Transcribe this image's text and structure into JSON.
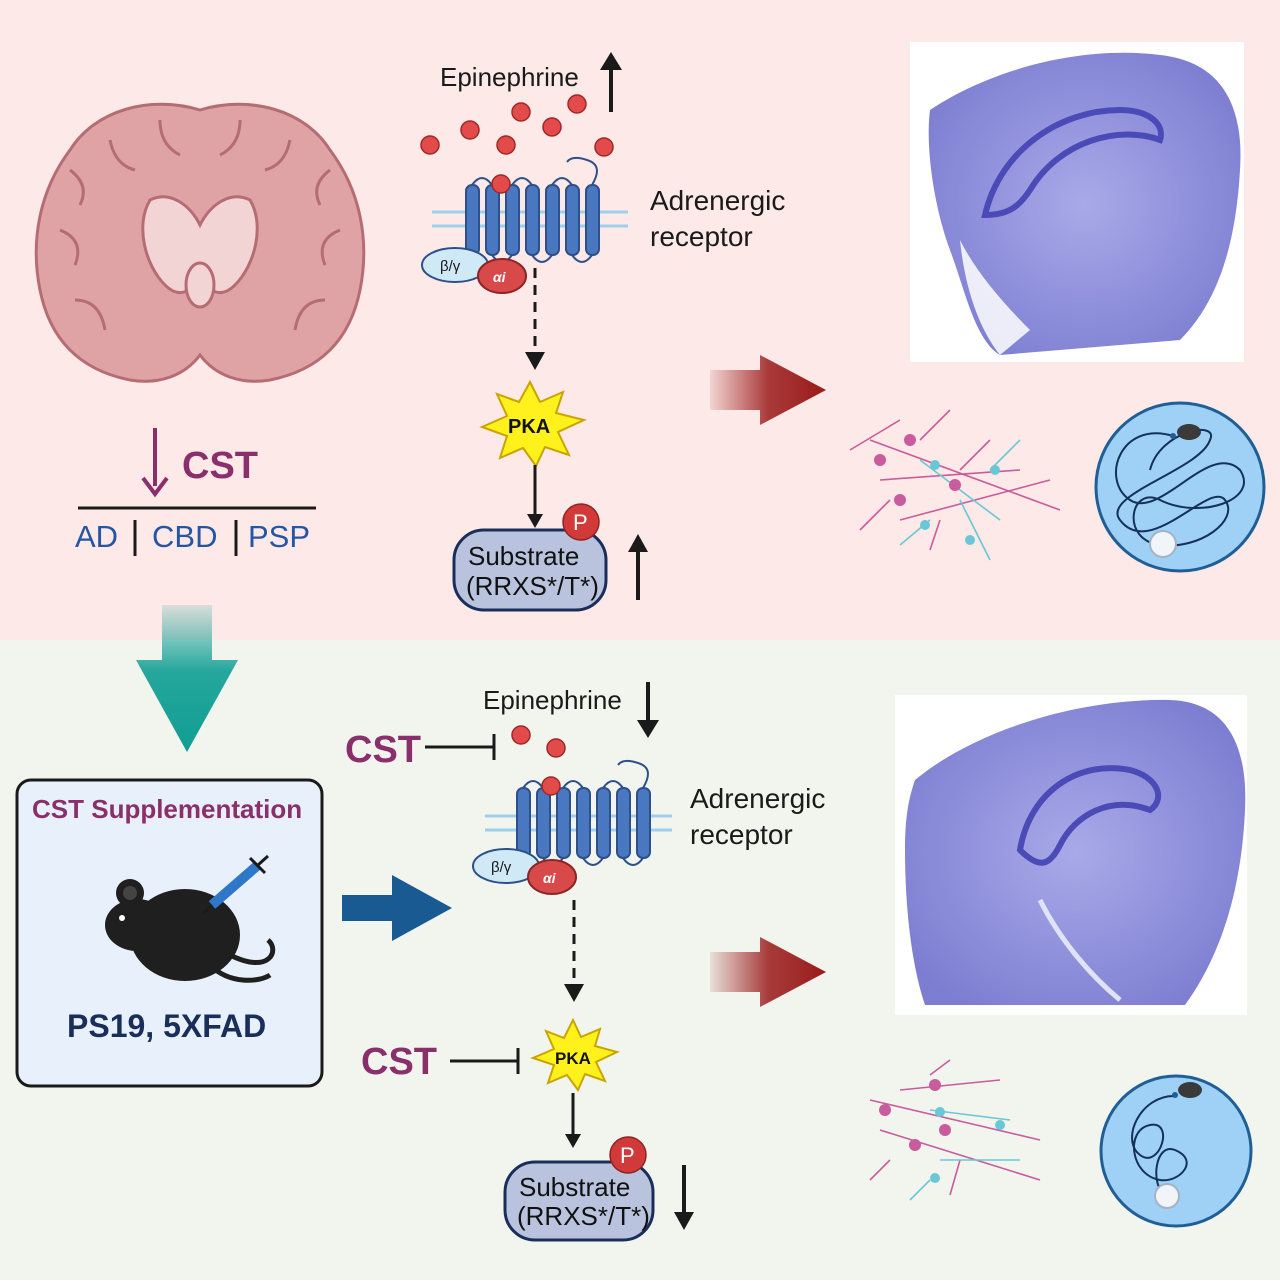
{
  "top": {
    "ligand": "Epinephrine",
    "receptor_line1": "Adrenergic",
    "receptor_line2": "receptor",
    "gbg": "β/γ",
    "gai": "αi",
    "kinase": "PKA",
    "phospho": "P",
    "substrate_line1": "Substrate",
    "substrate_line2": "(RRXS*/T*)",
    "cst_label": "CST",
    "diseases": [
      "AD",
      "CBD",
      "PSP"
    ]
  },
  "bottom": {
    "box_title": "CST Supplementation",
    "models": "PS19, 5XFAD",
    "inhibitor_1": "CST",
    "inhibitor_2": "CST",
    "ligand": "Epinephrine",
    "receptor_line1": "Adrenergic",
    "receptor_line2": "receptor",
    "gbg": "β/γ",
    "gai": "αi",
    "kinase": "PKA",
    "phospho": "P",
    "substrate_line1": "Substrate",
    "substrate_line2": "(RRXS*/T*)"
  },
  "colors": {
    "top_bg": "#fde9e7",
    "bottom_bg": "#f1f5ee",
    "cst_text": "#8a2f6b",
    "disease_text": "#2456a4",
    "receptor_blue": "#4a78c0",
    "epinephrine": "#e34a4a",
    "pka_yellow": "#fff21c",
    "substrate_fill": "#b9c3dd",
    "teal_arrow": "#0f9e93",
    "blue_arrow": "#1a5a93",
    "red_arrow": "#9a1b1b",
    "histology": "#7b7dd6"
  },
  "icons": [
    "brain-section-icon",
    "mouse-syringe-icon",
    "neuron-cluster-icon",
    "water-maze-icon"
  ]
}
